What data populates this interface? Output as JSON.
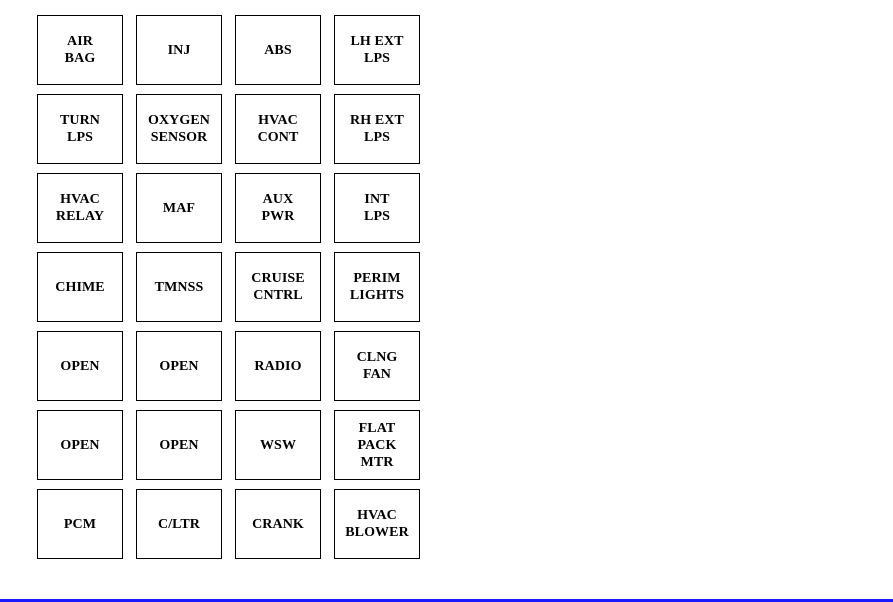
{
  "fuse_panel": {
    "rows": [
      [
        "AIR\nBAG",
        "INJ",
        "ABS",
        "LH EXT\nLPS"
      ],
      [
        "TURN\nLPS",
        "OXYGEN\nSENSOR",
        "HVAC\nCONT",
        "RH EXT\nLPS"
      ],
      [
        "HVAC\nRELAY",
        "MAF",
        "AUX\nPWR",
        "INT\nLPS"
      ],
      [
        "CHIME",
        "TMNSS",
        "CRUISE\nCNTRL",
        "PERIM\nLIGHTS"
      ],
      [
        "OPEN",
        "OPEN",
        "RADIO",
        "CLNG\nFAN"
      ],
      [
        "OPEN",
        "OPEN",
        "WSW",
        "FLAT\nPACK\nMTR"
      ],
      [
        "PCM",
        "C/LTR",
        "CRANK",
        "HVAC\nBLOWER"
      ]
    ]
  },
  "colors": {
    "box_border": "#000000",
    "label_text": "#000000",
    "footer_rule": "#1a1aff",
    "background": "#ffffff"
  }
}
